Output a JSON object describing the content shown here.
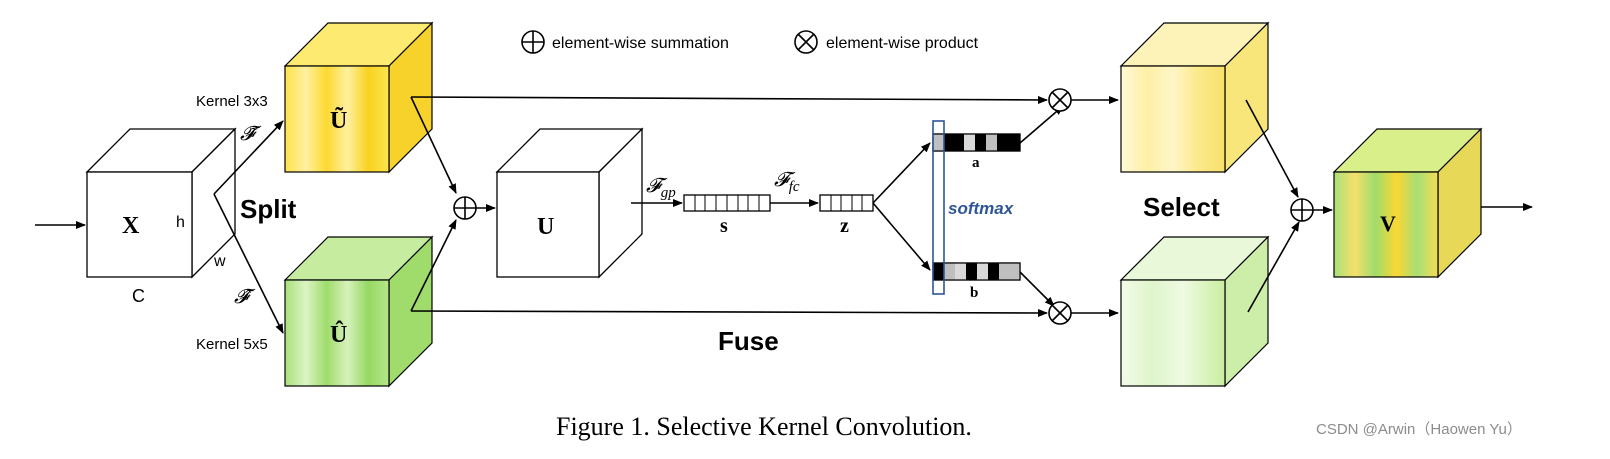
{
  "legend": {
    "sum_label": "element-wise summation",
    "product_label": "element-wise product"
  },
  "input": {
    "name": "X",
    "height_label": "h",
    "width_label": "w",
    "channel_label": "C"
  },
  "branches": {
    "top": {
      "kernel": "Kernel 3x3",
      "name": "Ũ",
      "op": "𝓕̃"
    },
    "bottom": {
      "kernel": "Kernel 5x5",
      "name": "Û",
      "op": "𝓕̂"
    }
  },
  "stages": {
    "split": "Split",
    "fuse": "Fuse",
    "select": "Select"
  },
  "fused": {
    "name": "U"
  },
  "pooling": {
    "op": "𝓕",
    "sub": "gp",
    "vector": "s"
  },
  "fc": {
    "op": "𝓕",
    "sub": "fc",
    "vector": "z"
  },
  "attention": {
    "a": "a",
    "b": "b",
    "softmax": "softmax"
  },
  "output": {
    "name": "V"
  },
  "caption": "Figure 1. Selective Kernel Convolution.",
  "watermark": "CSDN @Arwin（Haowen Yu）",
  "colors": {
    "yellow_light": "#fff3b0",
    "yellow": "#fde24a",
    "yellow_dark": "#f2c612",
    "green_light": "#e6f7cf",
    "green": "#a8e07a",
    "green_dark": "#7ccb4a",
    "softmax_blue": "#2f5597"
  }
}
